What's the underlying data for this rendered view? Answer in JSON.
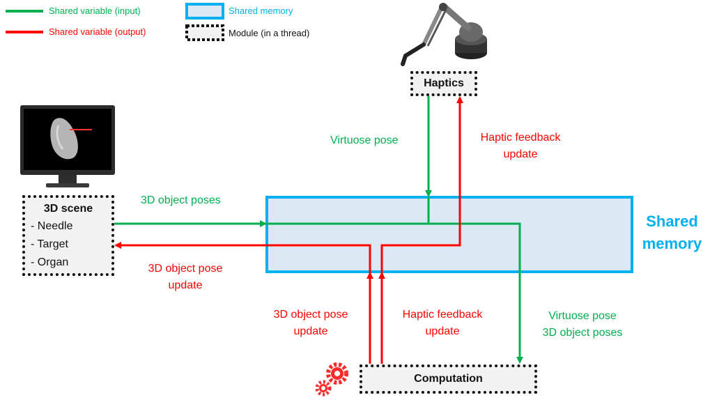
{
  "legend": {
    "input": "Shared variable (input)",
    "output": "Shared variable (output)",
    "memory": "Shared memory",
    "module": "Module (in a thread)"
  },
  "colors": {
    "green": "#00b050",
    "red": "#ff0000",
    "cyan": "#00b0f0",
    "memory_fill": "#dde8f5"
  },
  "shared_memory_label": [
    "Shared",
    "memory"
  ],
  "modules": {
    "haptics": "Haptics",
    "scene": {
      "title": "3D scene",
      "items": [
        "- Needle",
        "- Target",
        "- Organ"
      ]
    },
    "computation": "Computation"
  },
  "labels": {
    "virtuose_pose": "Virtuose pose",
    "haptic_feedback_top": [
      "Haptic feedback",
      "update"
    ],
    "object_poses": "3D object poses",
    "object_pose_update_left": [
      "3D object pose",
      "update"
    ],
    "object_pose_update_bottom": [
      "3D object pose",
      "update"
    ],
    "haptic_feedback_bottom": [
      "Haptic feedback",
      "update"
    ],
    "virtuose_and_poses": [
      "Virtuose pose",
      "3D object poses"
    ]
  },
  "icons": [
    "robot-arm-icon",
    "monitor-icon",
    "gears-icon"
  ]
}
